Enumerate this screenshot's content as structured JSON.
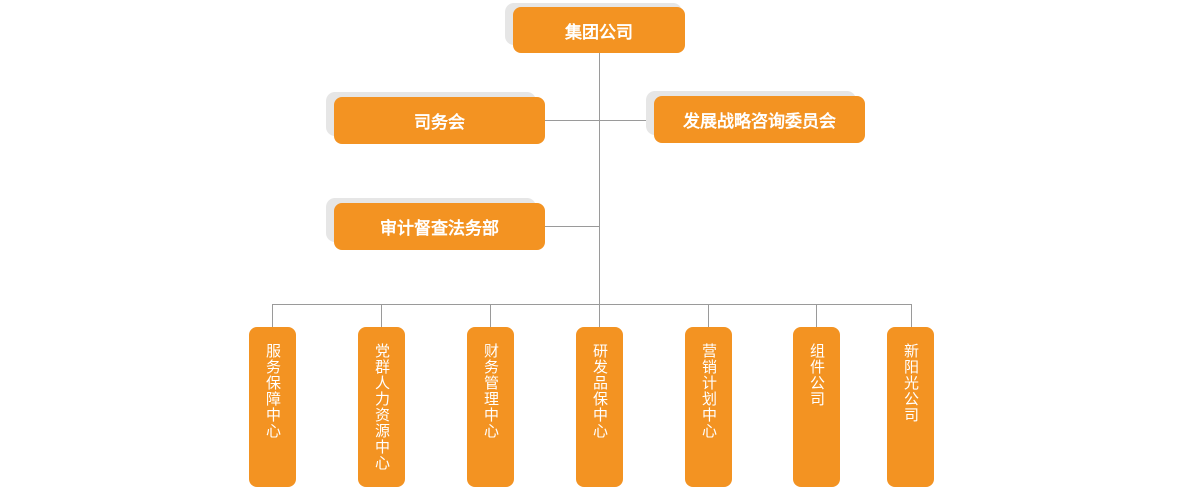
{
  "root": {
    "label": "集团公司"
  },
  "staff_units": [
    {
      "label": "司务会"
    },
    {
      "label": "发展战略咨询委员会"
    },
    {
      "label": "审计督查法务部"
    }
  ],
  "departments": [
    {
      "label": "服务保障中心"
    },
    {
      "label": "党群人力资源中心"
    },
    {
      "label": "财务管理中心"
    },
    {
      "label": "研发品保中心"
    },
    {
      "label": "营销计划中心"
    },
    {
      "label": "组件公司"
    },
    {
      "label": "新阳光公司"
    }
  ],
  "colors": {
    "box": "#f39322",
    "shadow": "#e6e6e6",
    "line": "#9a9a9a",
    "text": "#ffffff"
  }
}
